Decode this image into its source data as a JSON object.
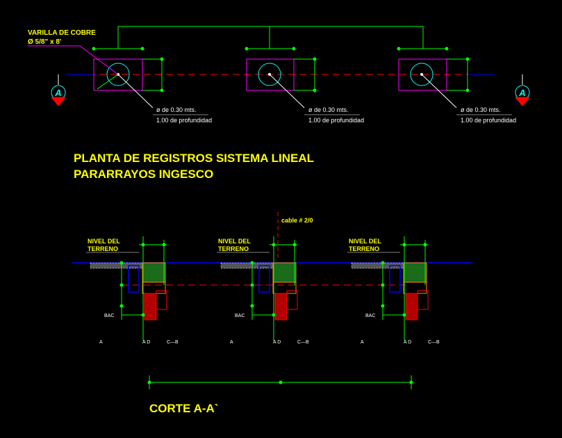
{
  "plan": {
    "rod_label_line1": "VARILLA DE COBRE",
    "rod_label_line2": "Ø 5/8\" x 8'",
    "section_marker": "A",
    "registers": [
      {
        "spec_line1": "ø de 0.30 mts.",
        "spec_line2": "1.00 de profundidad"
      },
      {
        "spec_line1": "ø de 0.30 mts.",
        "spec_line2": "1.00 de profundidad"
      },
      {
        "spec_line1": "ø de 0.30 mts.",
        "spec_line2": "1.00 de profundidad"
      }
    ]
  },
  "title": {
    "line1": "PLANTA DE REGISTROS SISTEMA LINEAL",
    "line2": "PARARRAYOS INGESCO"
  },
  "section": {
    "cable_label": "cable # 2/0",
    "ground_label_line1": "NIVEL DEL",
    "ground_label_line2": "TERRENO",
    "bac_label": "BAC",
    "dim_a": "A",
    "dim_ad": "A D",
    "dim_cb": "C—B",
    "title": "CORTE A-A`"
  },
  "colors": {
    "background": "#000000",
    "label_text": "#ffff00",
    "spec_text": "#ffffff",
    "dimension_green": "#00ff00",
    "register_box": "#ff00ff",
    "register_circle": "#00ffff",
    "axis_red": "#ff0000",
    "ground_blue": "#0000ff",
    "rod_leader": "#ff00ff"
  }
}
